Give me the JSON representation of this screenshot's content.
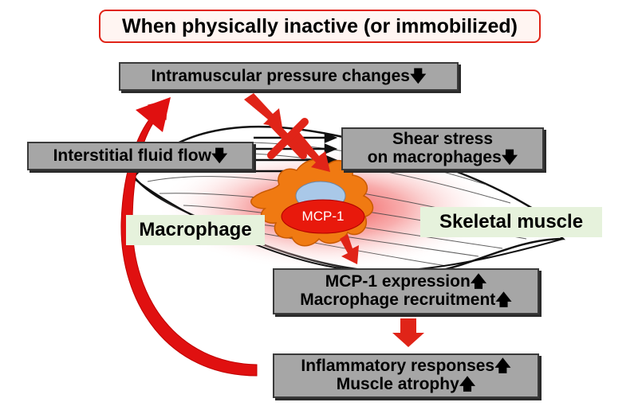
{
  "title": "When physically inactive (or immobilized)",
  "boxes": {
    "pressure": {
      "text": "Intramuscular pressure changes",
      "arrow": "🡇"
    },
    "fluid": {
      "text": "Interstitial fluid flow",
      "arrow": "🡇"
    },
    "shear": {
      "line1": "Shear stress",
      "line2": "on macrophages",
      "arrow": "🡇"
    },
    "expression": {
      "line1": "MCP-1 expression",
      "line2": "Macrophage recruitment",
      "arrow": "🡅"
    },
    "inflammatory": {
      "line1": "Inflammatory responses",
      "line2": "Muscle atrophy",
      "arrow": "🡅"
    }
  },
  "labels": {
    "macrophage": "Macrophage",
    "skeletal_muscle": "Skeletal muscle",
    "mcp1": "MCP-1"
  },
  "colors": {
    "arrow_red": "#e02418",
    "macrophage_orange": "#f07a12",
    "nucleus_blue": "#a9c8e8",
    "mcp1_red": "#e8190c",
    "box_gray": "#a6a6a6",
    "label_green": "#e6f2dc"
  }
}
